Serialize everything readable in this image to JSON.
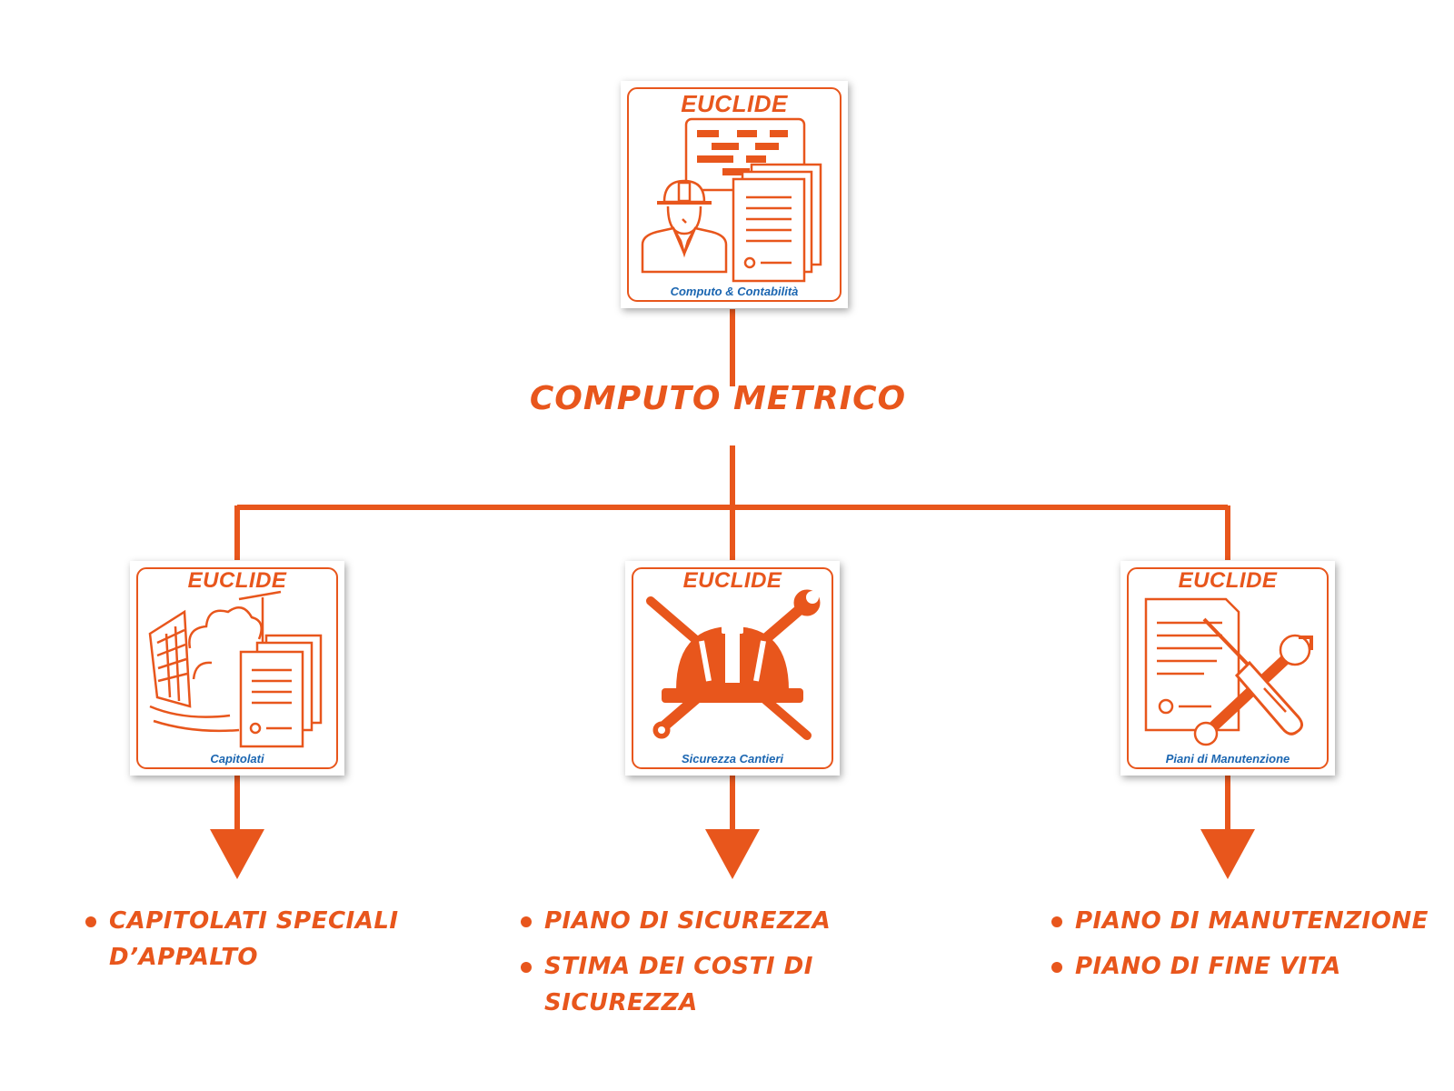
{
  "brand": "EUCLIDE",
  "accent_color": "#e8561c",
  "caption_color": "#1b66b1",
  "top_card": {
    "caption": "Computo & Contabilità",
    "icon": "engineer-documents-icon"
  },
  "main_label": "COMPUTO METRICO",
  "branches": [
    {
      "caption": "Capitolati",
      "icon": "building-documents-icon",
      "items": [
        "CAPITOLATI SPECIALI D’APPALTO"
      ]
    },
    {
      "caption": "Sicurezza Cantieri",
      "icon": "helmet-tools-icon",
      "items": [
        "PIANO DI SICUREZZA",
        "STIMA DEI COSTI DI SICUREZZA"
      ]
    },
    {
      "caption": "Piani di Manutenzione",
      "icon": "document-tools-icon",
      "items": [
        "PIANO DI MANUTENZIONE",
        "PIANO DI FINE VITA"
      ]
    }
  ]
}
